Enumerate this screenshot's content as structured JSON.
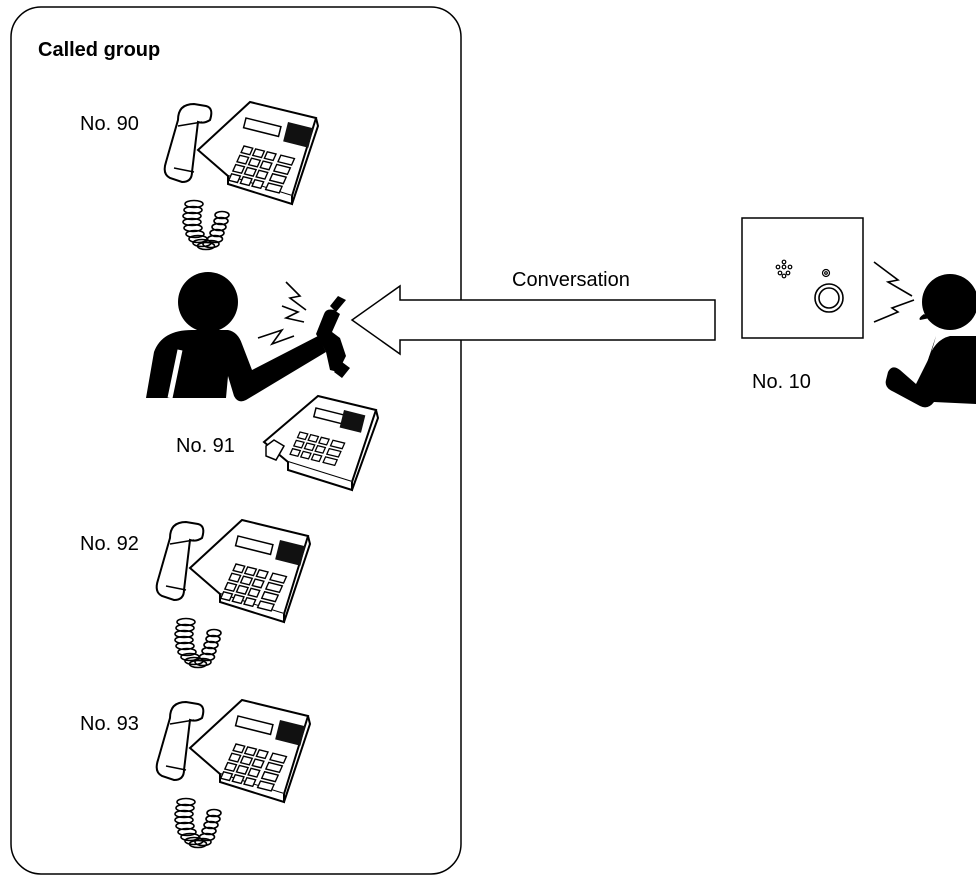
{
  "group": {
    "title": "Called group"
  },
  "stations": [
    {
      "label": "No. 90"
    },
    {
      "label": "No. 91"
    },
    {
      "label": "No. 92"
    },
    {
      "label": "No. 93"
    }
  ],
  "door_station": {
    "label": "No. 10"
  },
  "arrow": {
    "label": "Conversation"
  }
}
